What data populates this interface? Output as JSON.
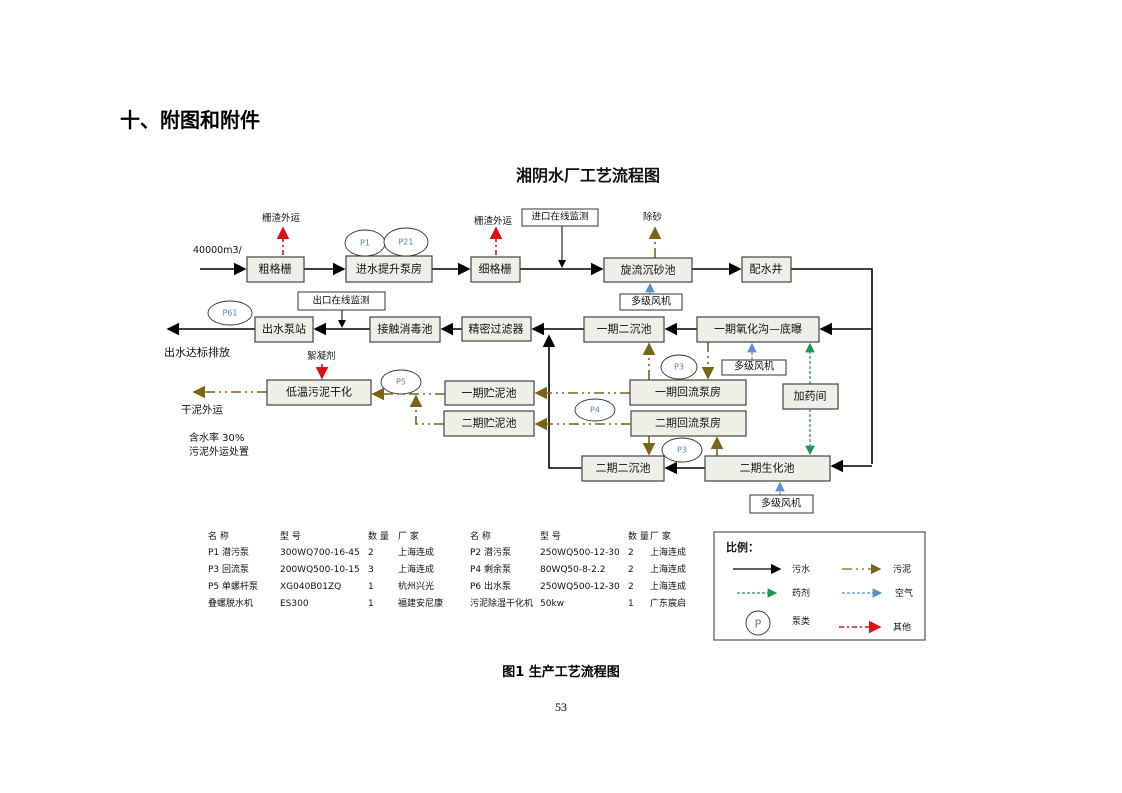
{
  "heading": "十、附图和附件",
  "diagram": {
    "title": "湘阴水厂工艺流程图",
    "inflow": "40000m3/",
    "labels": {
      "screenings_out_1": "栅渣外运",
      "screenings_out_2": "栅渣外运",
      "sand_removal": "除砂",
      "inlet_monitor": "进口在线监测",
      "outlet_monitor": "出口在线监测",
      "discharge": "出水达标排放",
      "flocculant": "絮凝剂",
      "dry_sludge_out": "干泥外运",
      "moisture": "含水率 30%",
      "sludge_disposal": "污泥外运处置"
    },
    "boxes": {
      "coarse_screen": "粗格栅",
      "lift_pump": "进水提升泵房",
      "fine_screen": "细格栅",
      "grit_chamber": "旋流沉砂池",
      "distribution_well": "配水井",
      "blower1": "多级风机",
      "oxidation_ditch1": "一期氧化沟—底曝",
      "clarifier1": "一期二沉池",
      "filter": "精密过滤器",
      "disinfection": "接触消毒池",
      "outlet_pump": "出水泵站",
      "blower2": "多级风机",
      "return_pump1": "一期回流泵房",
      "return_pump2": "二期回流泵房",
      "dosing": "加药间",
      "bio_tank2": "二期生化池",
      "clarifier2": "二期二沉池",
      "blower3": "多级风机",
      "sludge_tank1": "一期贮泥池",
      "sludge_tank2": "二期贮泥池",
      "sludge_dryer": "低温污泥干化"
    },
    "pumps": {
      "p1": "P1",
      "p21": "P21",
      "p61": "P61",
      "p3a": "P3",
      "p3b": "P3",
      "p4": "P4",
      "p5": "P5"
    }
  },
  "equipment_table": {
    "headers": [
      "名 称",
      "型 号",
      "数 量",
      "厂 家",
      "名 称",
      "型 号",
      "数 量",
      "厂 家"
    ],
    "rows": [
      [
        "P1 潜污泵",
        "300WQ700-16-45",
        "2",
        "上海连成",
        "P2 潜污泵",
        "250WQ500-12-30",
        "2",
        "上海连成"
      ],
      [
        "P3 回流泵",
        "200WQ500-10-15",
        "3",
        "上海连成",
        "P4 剩余泵",
        "80WQ50-8-2.2",
        "2",
        "上海连成"
      ],
      [
        "P5 单螺杆泵",
        "XG040B01ZQ",
        "1",
        "杭州兴光",
        "P6 出水泵",
        "250WQ500-12-30",
        "2",
        "上海连成"
      ],
      [
        "叠螺脱水机",
        "ES300",
        "1",
        "福建安尼康",
        "污泥除湿干化机",
        "50kw",
        "1",
        "广东宸启"
      ]
    ]
  },
  "legend": {
    "title": "比例：",
    "sewage": "污水",
    "sludge": "污泥",
    "chemical": "药剂",
    "air": "空气",
    "pump": "泵类",
    "pump_symbol": "P",
    "other": "其他"
  },
  "colors": {
    "sewage": "#000000",
    "sludge": "#7a6418",
    "chemical": "#1a9a50",
    "air": "#5b8fcf",
    "other": "#e01010"
  },
  "caption": "图1 生产工艺流程图",
  "page_number": "53"
}
